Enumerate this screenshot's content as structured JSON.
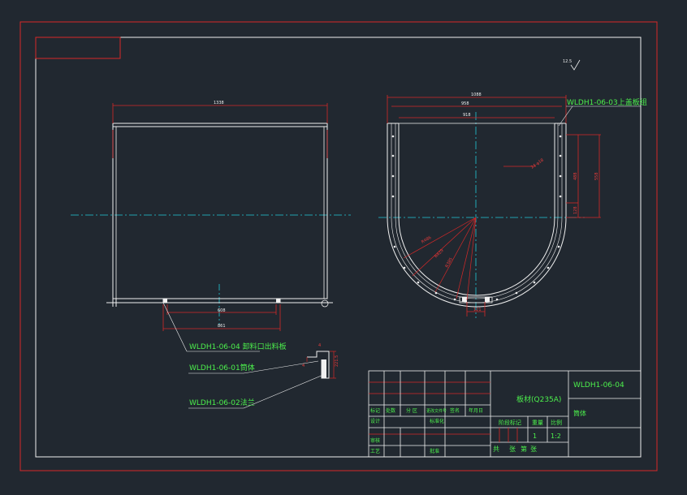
{
  "labels": {
    "top_cover": "WLDH1-06-03上盖板组",
    "bottom_plate": "WLDH1-06-04 卸料口出料板",
    "cylinder": "WLDH1-06-01筒体",
    "flange": "WLDH1-06-02法兰"
  },
  "dims": {
    "front_width": "1338",
    "bottom_inner": "608",
    "bottom_outer": "861",
    "top_overall": "1088",
    "top_mid": "958",
    "top_inner": "918",
    "right_short": "488",
    "right_long": "558",
    "right_small": "128",
    "radius_1": "R486",
    "radius_2": "R429",
    "radius_3": "R385",
    "hole_note": "24-φ18",
    "bottom_center": "121",
    "flange_a": "4",
    "flange_b": "221.5",
    "flange_c": "4"
  },
  "title_block": {
    "material": "板材(Q235A)",
    "drawing_no": "WLDH1-06-04",
    "part_name": "筒体",
    "headers": [
      "标记",
      "处数",
      "分 区",
      "更改文件号",
      "签名",
      "年月日"
    ],
    "row2": [
      "设计",
      "",
      "",
      "标准化"
    ],
    "row3": [
      "审核"
    ],
    "row4": [
      "工艺",
      "",
      "",
      "批准"
    ],
    "stage_label": "阶段标记",
    "weight_label": "重量",
    "scale_label": "比例",
    "quantity": "1",
    "scale": "1:2",
    "sheets": [
      "共",
      "张",
      "第",
      "张"
    ]
  },
  "symbol": "12.5"
}
